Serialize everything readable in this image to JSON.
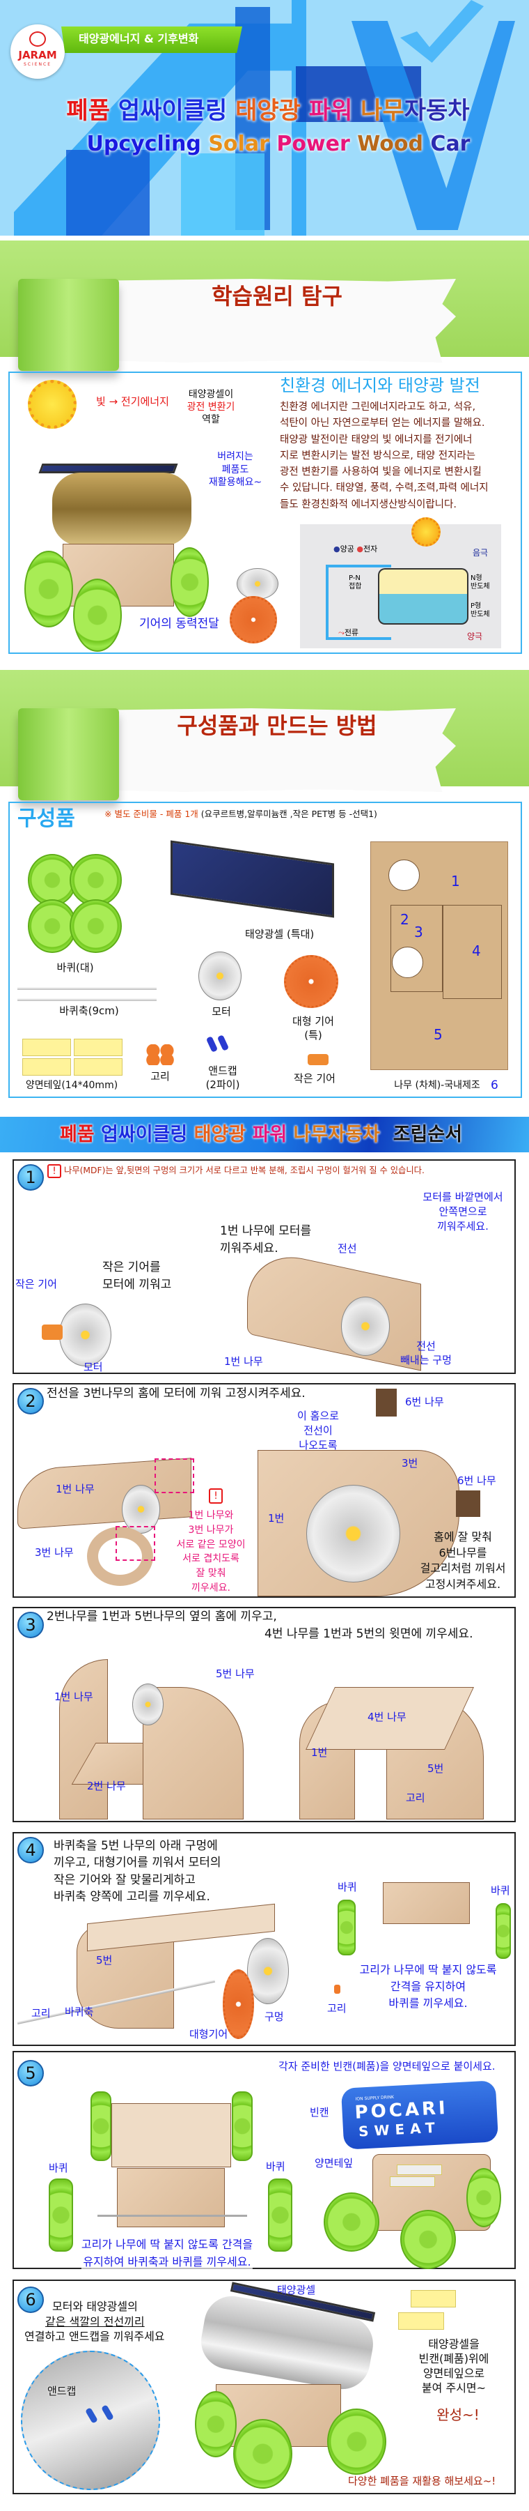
{
  "hero": {
    "logo_text": "JARAM",
    "logo_sub": "SCIENCE",
    "ribbon": "태양광에너지 & 기후변화",
    "title_parts": [
      "폐품",
      "업싸이클링",
      "태양광",
      "파워",
      "나무",
      "자동차"
    ],
    "subtitle_parts": [
      "Upcycling",
      "Solar",
      "Power",
      "Wood",
      "Car"
    ]
  },
  "banner1": {
    "title": "학습원리 탐구"
  },
  "principle": {
    "light_label": "빛 → 전기에너지",
    "cell_role": [
      "태양광셀이",
      "광전 변환기",
      "역할"
    ],
    "recycle": [
      "버려지는",
      "폐품도",
      "재활용해요~"
    ],
    "gear_label": "기어의 동력전달",
    "heading": "친환경 에너지와 태양광 발전",
    "body": [
      "친환경 에너지란 그린에너지라고도 하고, 석유,",
      "석탄이 아닌 자연으로부터 얻는 에너지를 말해요.",
      "태양광 발전이란 태양의 빛 에너지를 전기에너",
      "지로 변환시키는 발전 방식으로, 태양 전지라는",
      "광전 변환기를 사용하여 빛을 에너지로 변환시킬",
      "수 있답니다. 태양열, 풍력, 수력,조력,파력 에너지",
      "들도 환경친화적 에너지생산방식이랍니다."
    ],
    "diagram": {
      "legend_hole": "양공",
      "legend_electron": "전자",
      "cathode": "음극",
      "anode": "양극",
      "n_type": [
        "N형",
        "반도체"
      ],
      "p_type": [
        "P형",
        "반도체"
      ],
      "pn": [
        "P-N",
        "접합"
      ],
      "current": "전류"
    }
  },
  "banner2": {
    "title": "구성품과 만드는 방법"
  },
  "parts": {
    "heading": "구성품",
    "note_highlight": "※ 별도 준비물  - 폐품 1개",
    "note_rest": "(요쿠르트병,알루미늄캔 ,작은 PET병 등 -선택1)",
    "items": {
      "wheel": "바퀴(대)",
      "axle": "바퀴축(9cm)",
      "tape": "양면테잎(14*40mm)",
      "solar": "태양광셀 (특대)",
      "motor": "모터",
      "big_gear": [
        "대형 기어",
        "(특)"
      ],
      "ring": "고리",
      "endcap": [
        "앤드캡",
        "(2파이)"
      ],
      "small_gear": "작은 기어",
      "wood": "나무 (차체)-국내제조"
    },
    "wood_numbers": [
      "1",
      "2",
      "3",
      "4",
      "5",
      "6"
    ]
  },
  "assembly": {
    "header_parts": [
      "폐품",
      "업싸이클링",
      "태양광",
      "파워",
      "나무자동차",
      "조립순서"
    ],
    "steps": [
      {
        "num": "1",
        "warning_icon": "!",
        "warning": "나무(MDF)는 앞,뒷면의 구멍의 크기가 서로 다르고 반복 분해, 조립시 구멍이 헐거워 질 수 있습니다.",
        "gear_instr": [
          "작은 기어를",
          "모터에 끼워고"
        ],
        "small_gear": "작은 기어",
        "motor": "모터",
        "wood_instr": [
          "1번 나무에 모터를",
          "끼워주세요."
        ],
        "wire": "전선",
        "outside_in": [
          "모터를 바깥면에서",
          "안쪽면으로",
          "끼워주세요."
        ],
        "wire_hole": [
          "전선",
          "빼내는 구멍"
        ],
        "wood1": "1번 나무"
      },
      {
        "num": "2",
        "text": "전선을 3번나무의 홈에 모터에 끼워 고정시켜주세요.",
        "wood1": "1번 나무",
        "wood3": "3번 나무",
        "warn_icon": "!",
        "overlap": [
          "1번 나무와",
          "3번 나무가",
          "서로 같은 모양이",
          "서로 겹치도록",
          "잘 맞춰",
          "끼우세요."
        ],
        "groove": [
          "이 홈으로",
          "전선이",
          "나오도록"
        ],
        "wood6_top": "6번 나무",
        "wood3_short": "3번",
        "wood6_side": "6번 나무",
        "wood1_short": "1번",
        "hook": [
          "홈에 잘 맞춰",
          "6번나무를",
          "걸고리처럼 끼워서",
          "고정시켜주세요."
        ]
      },
      {
        "num": "3",
        "text1": "2번나무를 1번과 5번나무의 옆의 홈에 끼우고,",
        "text2": "4번 나무를 1번과 5번의 윗면에 끼우세요.",
        "wood5": "5번 나무",
        "wood1": "1번 나무",
        "wood2": "2번 나무",
        "wood4": "4번 나무",
        "w1": "1번",
        "w5": "5번",
        "ring": "고리"
      },
      {
        "num": "4",
        "text": [
          "바퀴축을 5번 나무의 아래 구멍에",
          "끼우고, 대형기어를 끼워서 모터의",
          "작은 기어와 잘 맞물리게하고",
          "바퀴축 양쪽에 고리를 끼우세요."
        ],
        "w5": "5번",
        "ring_left": "고리",
        "axle": "바퀴축",
        "big_gear": "대형기어",
        "hole": "구멍",
        "ring_right": "고리",
        "wheel_left": "바퀴",
        "wheel_right": "바퀴",
        "gap": [
          "고리가 나무에 딱 붙지 않도록",
          "간격을 유지하여",
          "바퀴를 끼우세요."
        ]
      },
      {
        "num": "5",
        "can_instr": "각자 준비한 빈캔(폐품)을 양면테잎으로 붙이세요.",
        "can": "빈캔",
        "can_brand": [
          "ION SUPPLY DRINK",
          "POCARI",
          "SWEAT"
        ],
        "tape": "양면테잎",
        "wheel_left": "바퀴",
        "wheel_right": "바퀴",
        "gap": [
          "고리가 나무에 딱 붙지 않도록 간격을",
          "유지하여 바퀴축과 바퀴를 끼우세요."
        ]
      },
      {
        "num": "6",
        "text": [
          "모터와 태양광셀의",
          "같은 색깔의 전선끼리",
          "연결하고 앤드캡을 끼워주세요"
        ],
        "solar": "태양광셀",
        "endcap": "앤드캡",
        "attach": [
          "태양광셀을",
          "빈캔(폐품)위에",
          "양면테잎으로",
          "붙여 주시면~"
        ],
        "done": "완성~!",
        "footer": "다양한 폐품을 재활용 해보세요~!"
      }
    ]
  },
  "colors": {
    "sky": "#9fdcfb",
    "frame_blue": "#3cb4f2",
    "label_blue": "#1a1ae6",
    "pink": "#e8157a",
    "dark_red": "#a8240c",
    "green": "#a8ec55"
  }
}
